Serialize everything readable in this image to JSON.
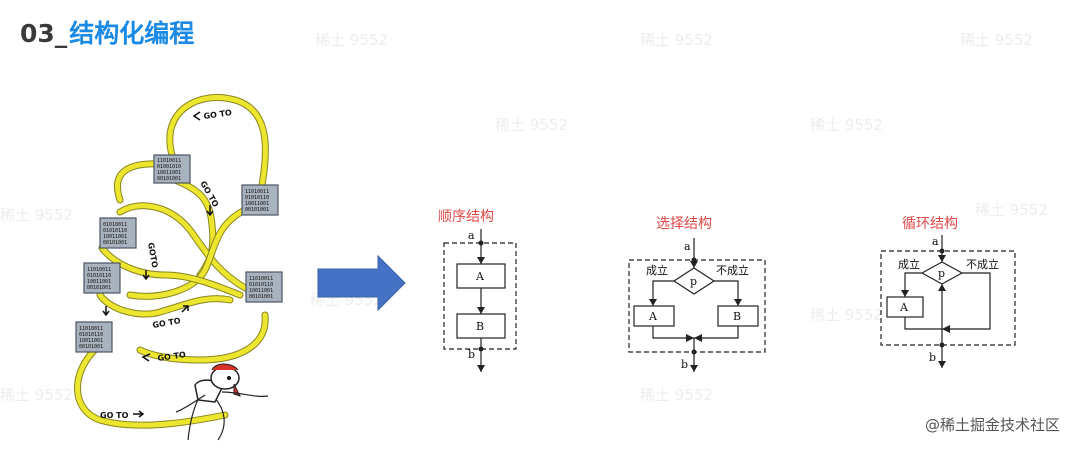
{
  "header": {
    "number": "03_",
    "title": "结构化编程"
  },
  "watermark": "稀土 9552",
  "chips": [
    {
      "lines": [
        "11010011",
        "01001010",
        "10011001",
        "00101001"
      ]
    },
    {
      "lines": [
        "11010011",
        "01010110",
        "10011001",
        "00101001"
      ]
    },
    {
      "lines": [
        "01010011",
        "01010110",
        "10011001",
        "00101001"
      ]
    },
    {
      "lines": [
        "11010011",
        "01010110",
        "10011001",
        "00101001"
      ]
    },
    {
      "lines": [
        "11010011",
        "01010110",
        "10011001",
        "00101001"
      ]
    },
    {
      "lines": [
        "11010011",
        "01010110",
        "10011001",
        "00101001"
      ]
    }
  ],
  "goto_label": "GO TO",
  "goto_vertical": "GOTO",
  "diagrams": {
    "sequence": {
      "title": "顺序结构",
      "entry": "a",
      "exit": "b",
      "box1": "A",
      "box2": "B"
    },
    "selection": {
      "title": "选择结构",
      "entry": "a",
      "exit": "b",
      "cond": "p",
      "yes": "成立",
      "no": "不成立",
      "box1": "A",
      "box2": "B"
    },
    "loop": {
      "title": "循环结构",
      "entry": "a",
      "exit": "b",
      "cond": "p",
      "yes": "成立",
      "no": "不成立",
      "box1": "A"
    }
  },
  "footer": "@稀土掘金技术社区",
  "colors": {
    "title_blue": "#1a8ae6",
    "arrow_blue": "#4472c4",
    "wire_yellow": "#ece62e",
    "diagram_title_red": "#e04848"
  }
}
